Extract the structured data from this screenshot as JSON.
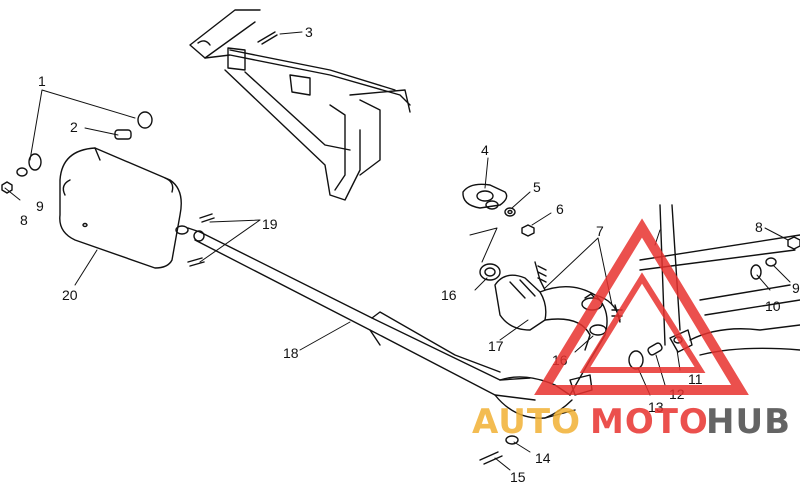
{
  "diagram": {
    "callouts": [
      "1",
      "2",
      "3",
      "4",
      "5",
      "6",
      "7",
      "8",
      "9",
      "10",
      "11",
      "12",
      "13",
      "14",
      "15",
      "16",
      "17",
      "18",
      "19",
      "20"
    ],
    "callouts_dup": [
      "9",
      "8",
      "16"
    ]
  },
  "watermark": {
    "text_auto": "AUTO",
    "text_moto": "MOTO",
    "text_hub": "HUB",
    "color_red": "#e8322f",
    "color_orange": "#f2b134",
    "color_dark": "#4a4a4a"
  }
}
